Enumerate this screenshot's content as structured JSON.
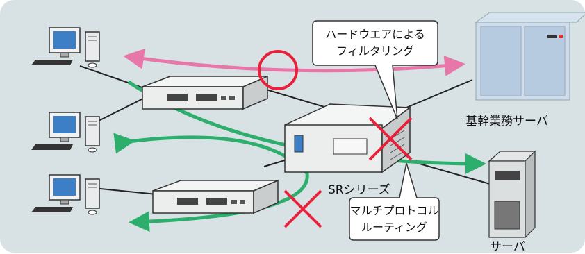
{
  "labels": {
    "callout_filter": [
      "ハードウエアによる",
      "フィルタリング"
    ],
    "callout_routing": [
      "マルチプロトコル",
      "ルーティング"
    ],
    "router": "SRシリーズ",
    "core_server": "基幹業務サーバ",
    "server": "サーバ"
  },
  "colors": {
    "background": "#d8e2e5",
    "allowed_arrow": "#2eae6c",
    "pc_link_arrow": "#e677a8",
    "permit_mark": "#e8203a",
    "deny_mark": "#e8203a"
  },
  "icons": [
    "desktop-pc-icon",
    "network-switch-icon",
    "router-icon",
    "mainframe-server-icon",
    "tower-server-icon",
    "circle-permit-icon",
    "cross-deny-icon"
  ]
}
